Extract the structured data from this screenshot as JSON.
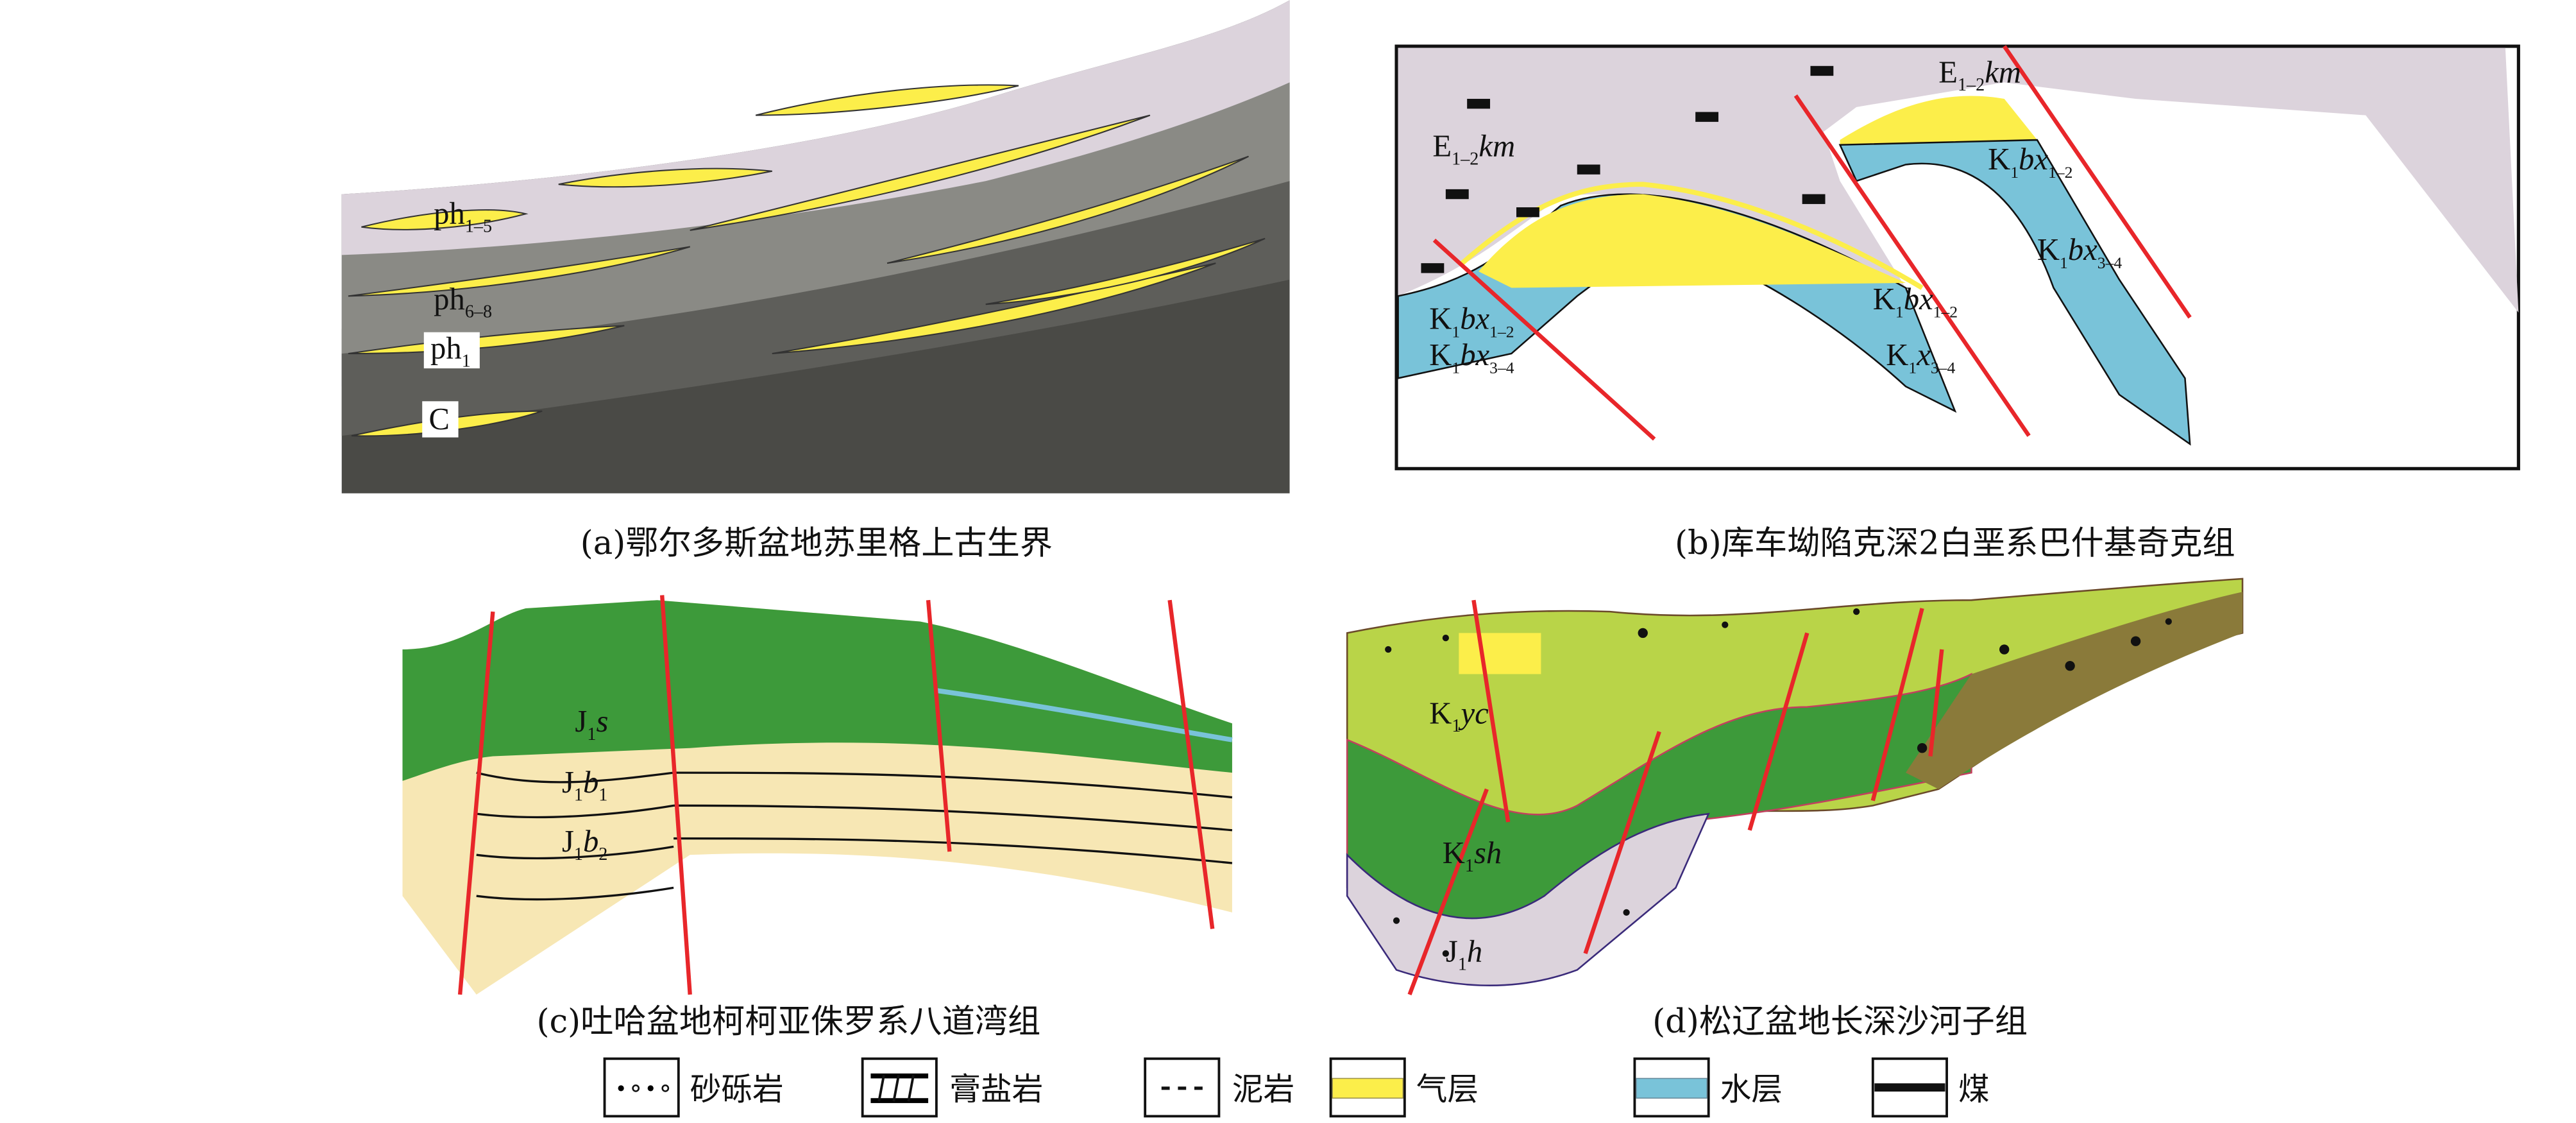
{
  "colors": {
    "gas": "#fcee4a",
    "water": "#79c3d9",
    "salt_rock": "#dcd3dc",
    "mudstone_gray": "#8a8a85",
    "dark": "#4a4a46",
    "green": "#3d9a3a",
    "light_green": "#b9d448",
    "pale": "#f7e7b4",
    "fault": "#e8262a"
  },
  "panels": {
    "a": {
      "caption": "(a)鄂尔多斯盆地苏里格上古生界",
      "labels": [
        {
          "main": "ph",
          "sub": "1–5"
        },
        {
          "main": "ph",
          "sub": "6–8"
        },
        {
          "main": "ph",
          "sub": "1"
        },
        {
          "main": "C",
          "sub": ""
        }
      ]
    },
    "b": {
      "caption": "(b)库车坳陷克深2白垩系巴什基奇克组",
      "labels": [
        {
          "main": "E",
          "sub": "1–2",
          "it": "km"
        },
        {
          "main": "E",
          "sub": "1–2",
          "it": "km"
        },
        {
          "main": "K",
          "sub": "1",
          "it": "bx",
          "sub2": "1–2"
        },
        {
          "main": "K",
          "sub": "1",
          "it": "bx",
          "sub2": "3–4"
        },
        {
          "main": "K",
          "sub": "1",
          "it": "bx",
          "sub2": "1–2"
        },
        {
          "main": "K",
          "sub": "1",
          "it": "x",
          "sub2": "3–4"
        },
        {
          "main": "K",
          "sub": "1",
          "it": "bx",
          "sub2": "1–2"
        },
        {
          "main": "K",
          "sub": "1",
          "it": "bx",
          "sub2": "3–4"
        }
      ]
    },
    "c": {
      "caption": "(c)吐哈盆地柯柯亚侏罗系八道湾组",
      "labels": [
        {
          "main": "J",
          "sub": "1",
          "it": "s"
        },
        {
          "main": "J",
          "sub": "1",
          "it": "b",
          "sub2": "1"
        },
        {
          "main": "J",
          "sub": "1",
          "it": "b",
          "sub2": "2"
        }
      ]
    },
    "d": {
      "caption": "(d)松辽盆地长深沙河子组",
      "labels": [
        {
          "main": "K",
          "sub": "1",
          "it": "yc"
        },
        {
          "main": "K",
          "sub": "1",
          "it": "sh"
        },
        {
          "main": "J",
          "sub": "1",
          "it": "h"
        }
      ]
    }
  },
  "legend": [
    {
      "icon": "gravel-dots-icon",
      "label": "砂砾岩"
    },
    {
      "icon": "gypsum-salt-icon",
      "label": "膏盐岩"
    },
    {
      "icon": "mudstone-dash-icon",
      "label": "泥岩"
    },
    {
      "icon": "gas-layer-icon",
      "label": "气层"
    },
    {
      "icon": "water-layer-icon",
      "label": "水层"
    },
    {
      "icon": "coal-icon",
      "label": "煤"
    }
  ]
}
